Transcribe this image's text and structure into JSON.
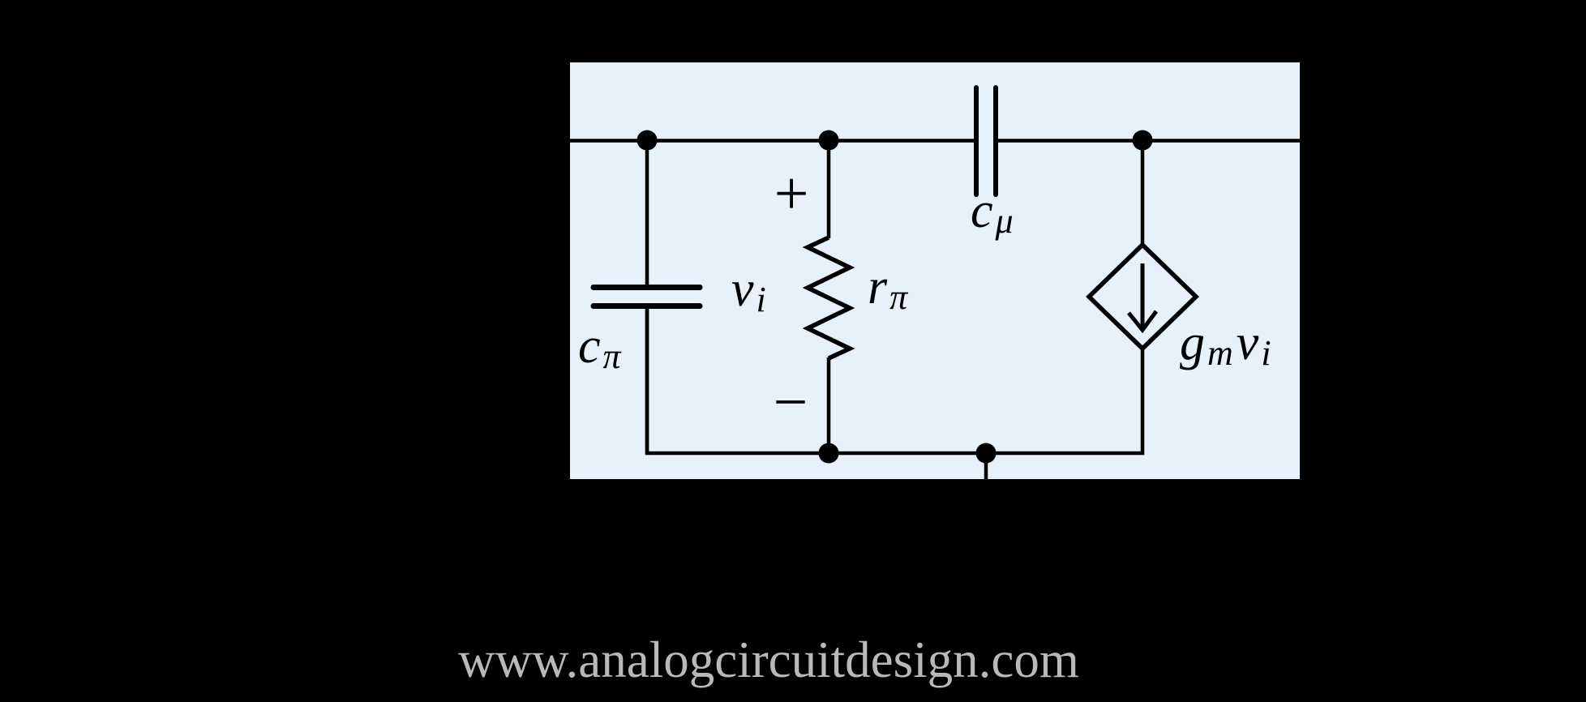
{
  "colors": {
    "background": "#000000",
    "panel_fill": "#e7f1fb",
    "line": "#000000",
    "watermark_text": "#b9b9b9"
  },
  "diagram": {
    "kind": "small-signal equivalent circuit",
    "components": [
      {
        "id": "c_pi",
        "symbol": "capacitor"
      },
      {
        "id": "r_pi",
        "symbol": "resistor"
      },
      {
        "id": "c_mu",
        "symbol": "capacitor"
      },
      {
        "id": "gm_vi",
        "symbol": "dependent-current-source-diamond-down-arrow"
      }
    ]
  },
  "labels": {
    "c_pi": {
      "base": "c",
      "sub": "π"
    },
    "v_i": {
      "base": "v",
      "sub": "i"
    },
    "r_pi": {
      "base": "r",
      "sub": "π"
    },
    "c_mu": {
      "base": "c",
      "sub": "μ"
    },
    "gm_vi": {
      "base1": "g",
      "sub1": "m",
      "base2": "v",
      "sub2": "i"
    },
    "plus": "+",
    "minus": "−"
  },
  "watermark": {
    "text": "www.analogcircuitdesign.com"
  }
}
